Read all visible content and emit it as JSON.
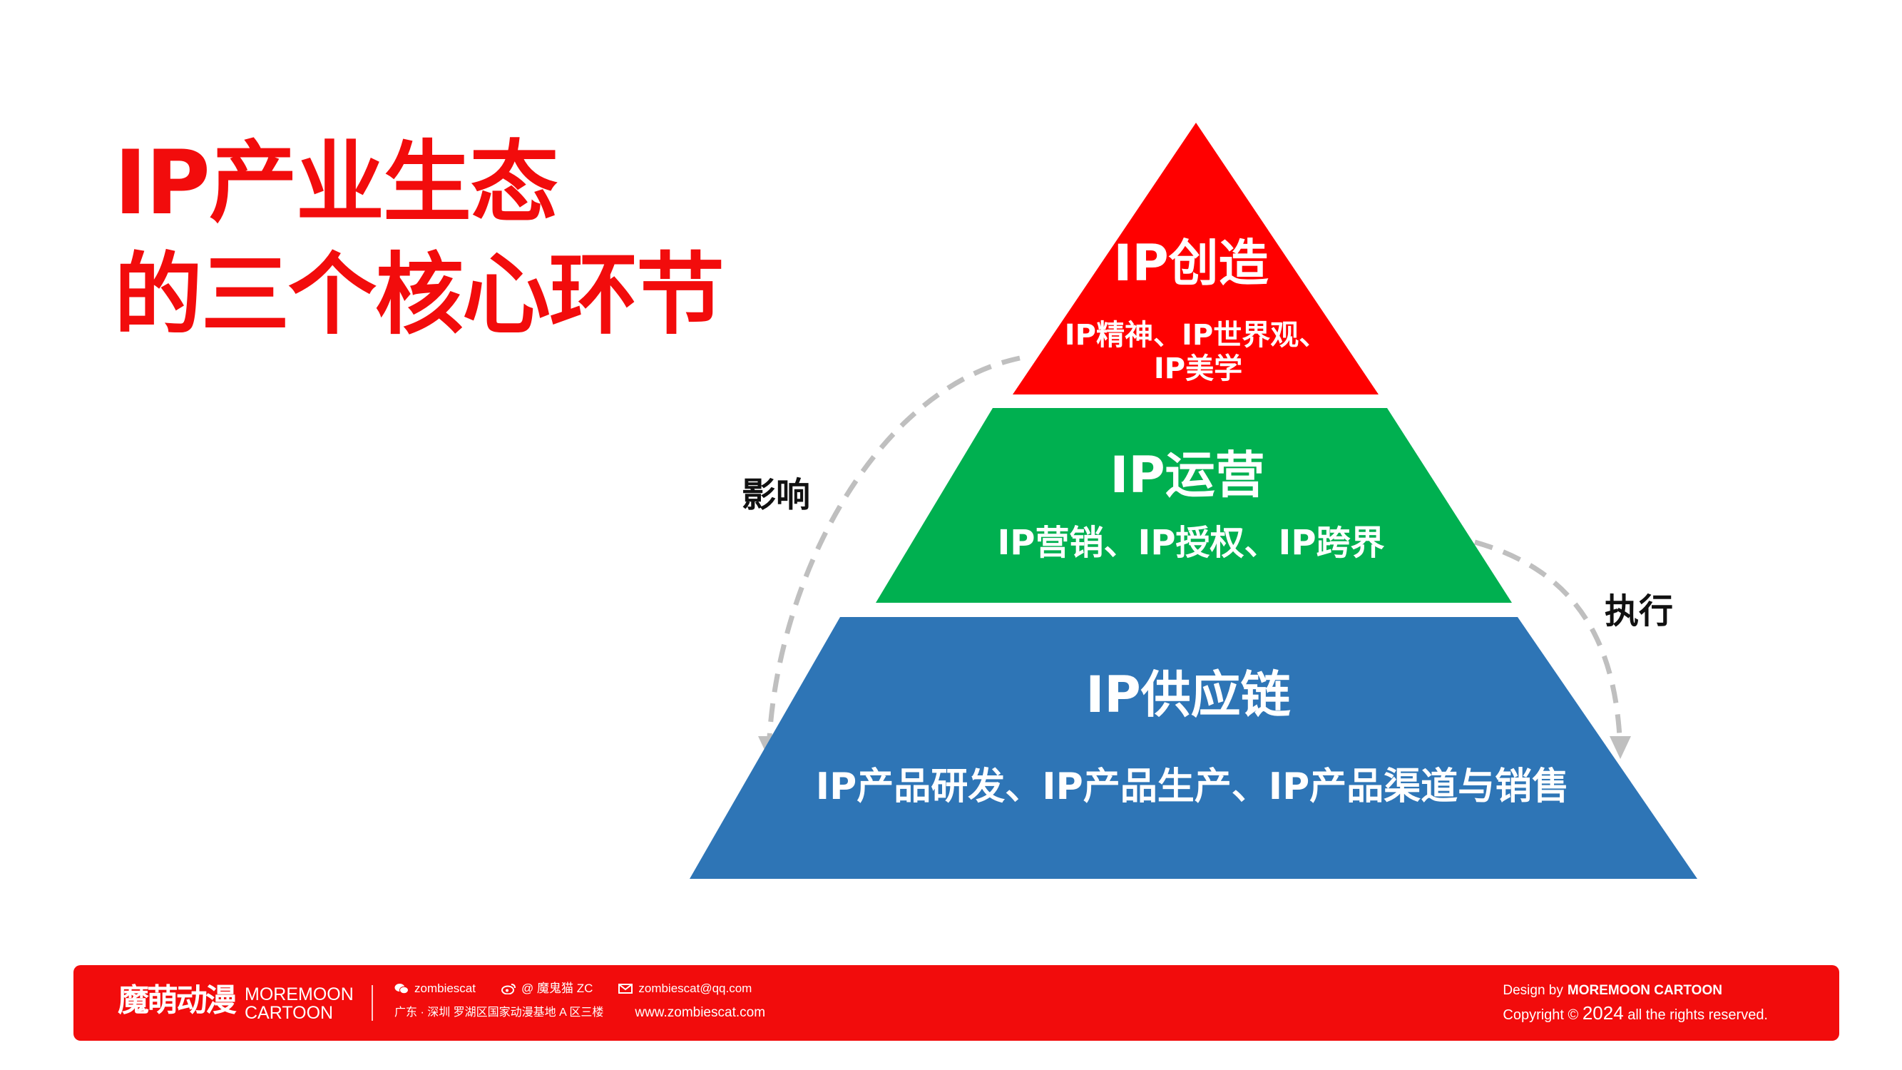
{
  "title": {
    "line1": "IP产业生态",
    "line2": "的三个核心环节"
  },
  "pyramid": {
    "top": {
      "title": "IP创造",
      "desc_line1": "IP精神、IP世界观、",
      "desc_line2": "IP美学",
      "color": "#ff0000"
    },
    "middle": {
      "title": "IP运营",
      "desc": "IP营销、IP授权、IP跨界",
      "color": "#00b050"
    },
    "bottom": {
      "title": "IP供应链",
      "desc": "IP产品研发、IP产品生产、IP产品渠道与销售",
      "color": "#2e75b6"
    }
  },
  "arrows": {
    "left_label": "影响",
    "right_label": "执行",
    "color": "#bfbfbf"
  },
  "footer": {
    "brand_cn": "魔萌动漫",
    "brand_en_line1": "MOREMOON",
    "brand_en_line2": "CARTOON",
    "wechat": "zombiescat",
    "weibo": "@ 魔鬼猫 ZC",
    "email": "zombiescat@qq.com",
    "address": "广东 · 深圳  罗湖区国家动漫基地 A 区三楼",
    "website": "www.zombiescat.com",
    "design_by_label": "Design by",
    "design_by_name": "MOREMOON  CARTOON",
    "copyright_prefix": "Copyright ©",
    "copyright_year": "2024",
    "copyright_suffix": "all the rights reserved.",
    "color": "#f20c0c"
  }
}
